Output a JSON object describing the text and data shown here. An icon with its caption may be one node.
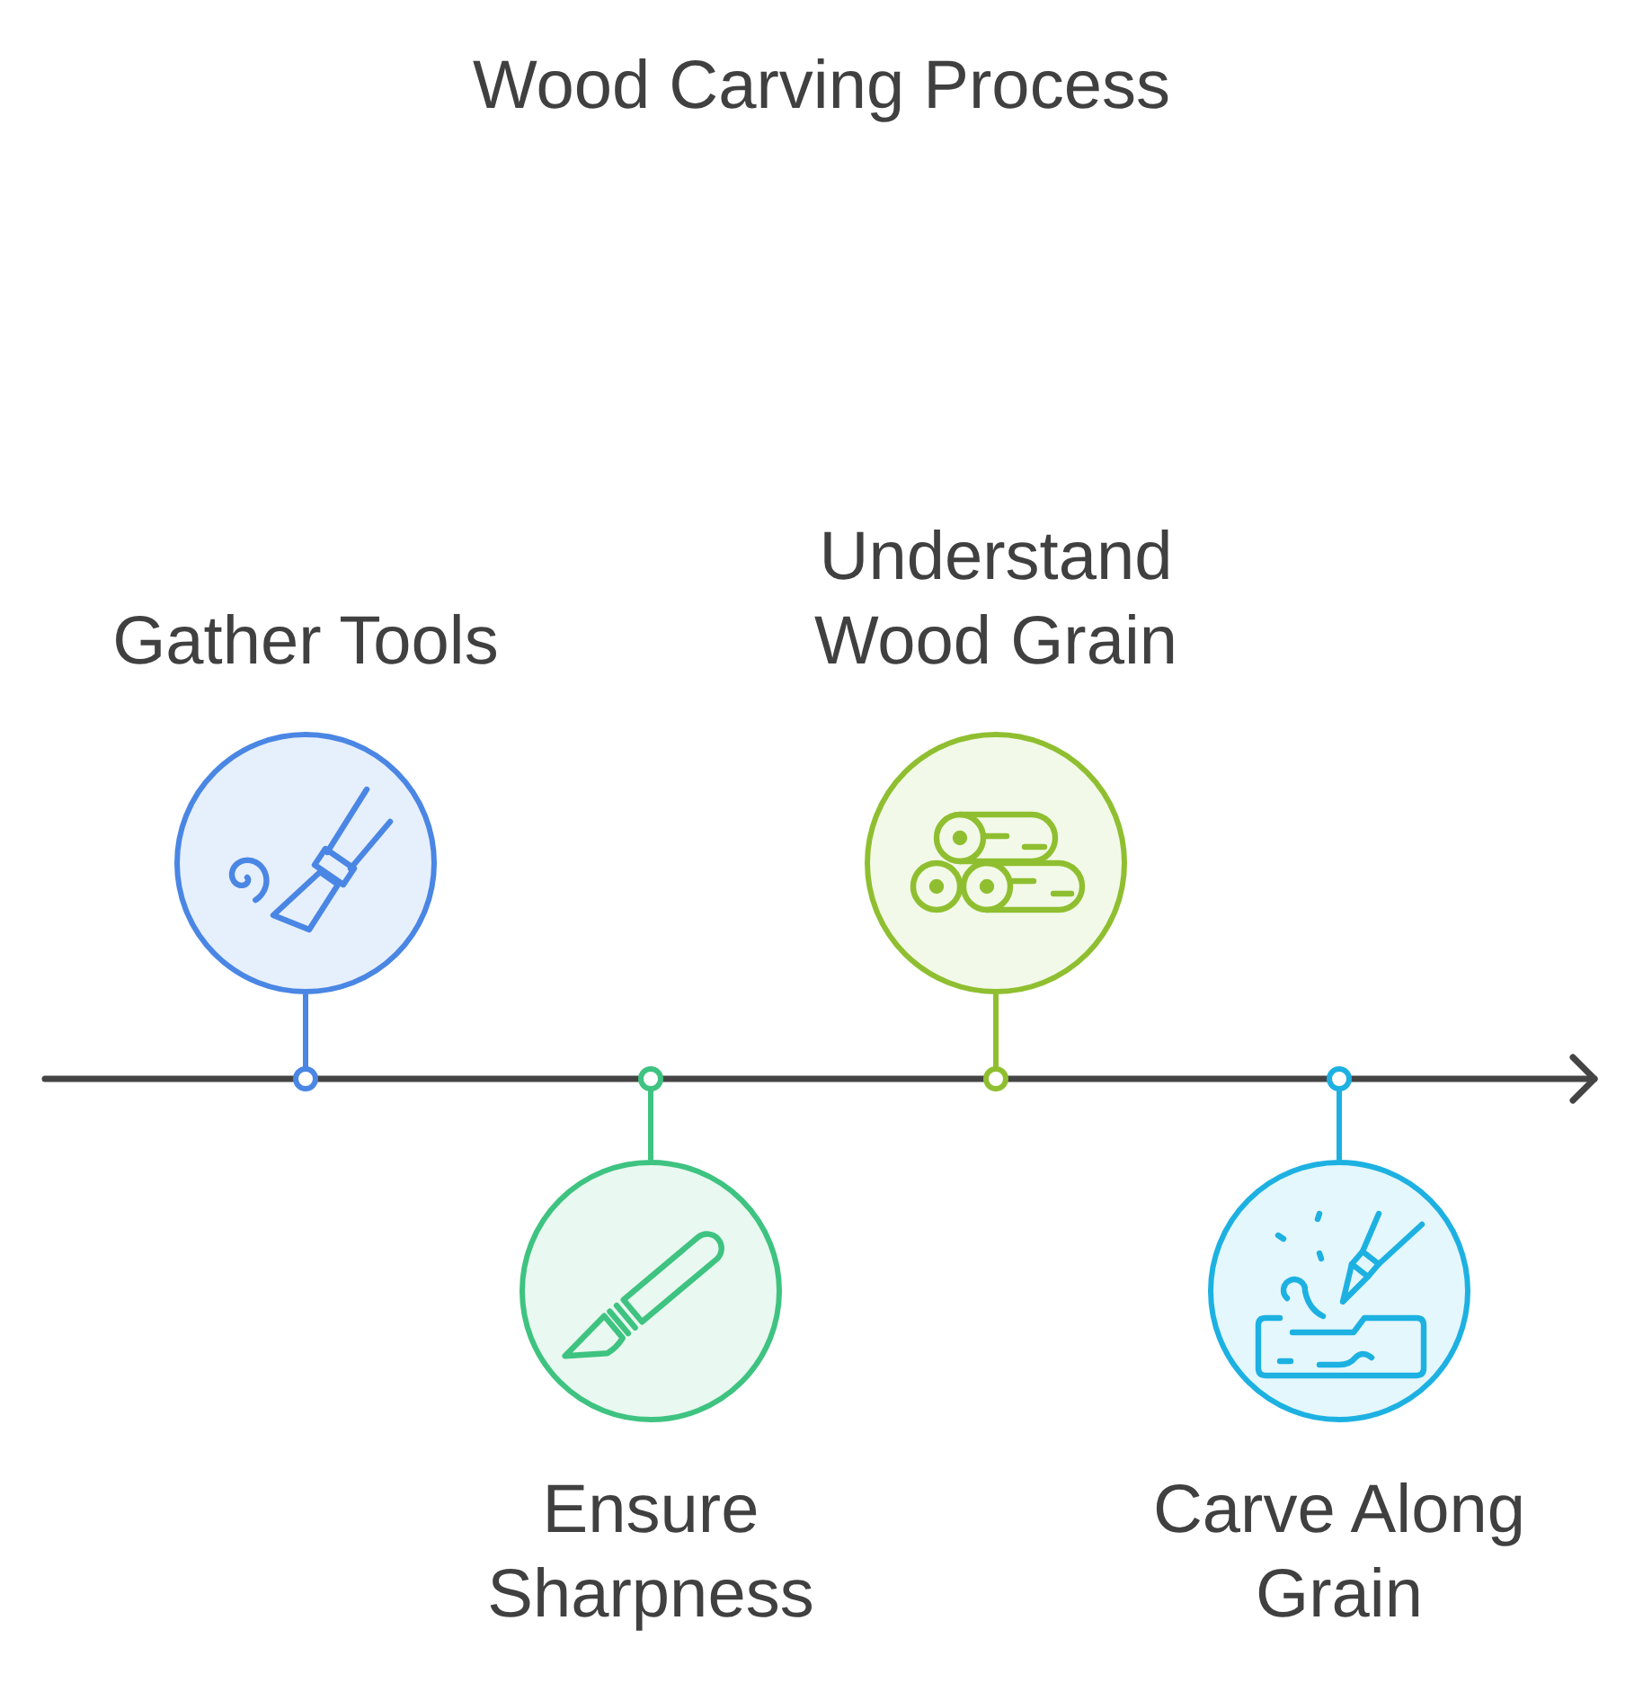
{
  "diagram": {
    "title": "Wood Carving Process",
    "nodes": [
      {
        "text": [
          "Gather Tools"
        ]
      },
      {
        "text": [
          "Ensure Sharpness"
        ]
      },
      {
        "text": [
          "Understand Wood Grain"
        ]
      },
      {
        "text": [
          "Carve Along Grain"
        ]
      }
    ]
  }
}
